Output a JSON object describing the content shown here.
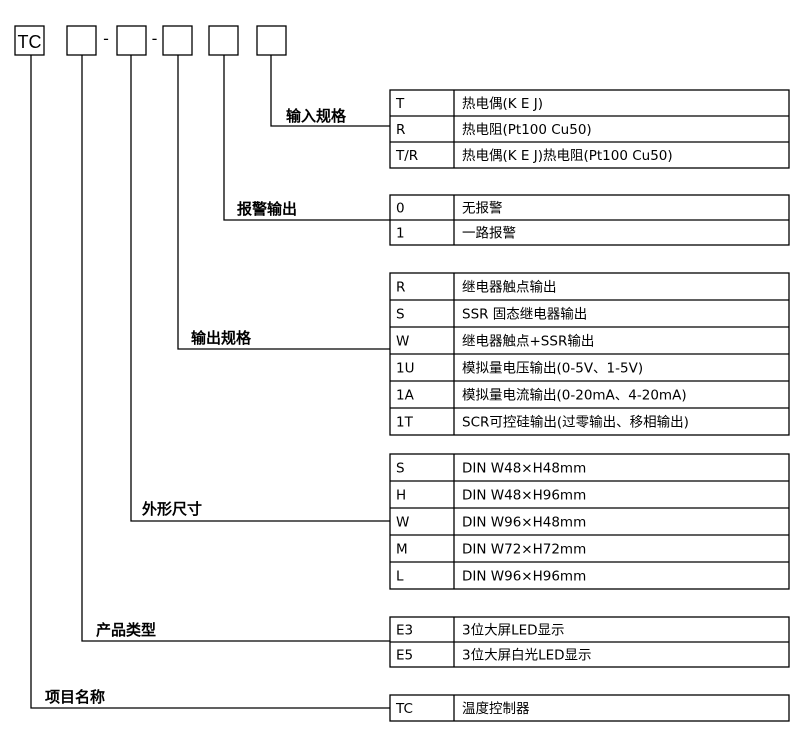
{
  "code": {
    "prefix": "TC",
    "separators": [
      "-",
      "-"
    ]
  },
  "groups": [
    {
      "id": "input",
      "label": "输入规格",
      "rows": [
        {
          "code": "T",
          "desc": "热电偶(K E J)"
        },
        {
          "code": "R",
          "desc": "热电阻(Pt100 Cu50)"
        },
        {
          "code": "T/R",
          "desc": "热电偶(K E J)热电阻(Pt100 Cu50)"
        }
      ]
    },
    {
      "id": "alarm",
      "label": "报警输出",
      "rows": [
        {
          "code": "0",
          "desc": "无报警"
        },
        {
          "code": "1",
          "desc": "一路报警"
        }
      ]
    },
    {
      "id": "output",
      "label": "输出规格",
      "rows": [
        {
          "code": "R",
          "desc": "继电器触点输出"
        },
        {
          "code": "S",
          "desc": "SSR 固态继电器输出"
        },
        {
          "code": "W",
          "desc": "继电器触点+SSR输出"
        },
        {
          "code": "1U",
          "desc": "模拟量电压输出(0-5V、1-5V)"
        },
        {
          "code": "1A",
          "desc": "模拟量电流输出(0-20mA、4-20mA)"
        },
        {
          "code": "1T",
          "desc": "SCR可控硅输出(过零输出、移相输出)"
        }
      ]
    },
    {
      "id": "size",
      "label": "外形尺寸",
      "rows": [
        {
          "code": "S",
          "desc": "DIN W48×H48mm"
        },
        {
          "code": "H",
          "desc": "DIN W48×H96mm"
        },
        {
          "code": "W",
          "desc": "DIN W96×H48mm"
        },
        {
          "code": "M",
          "desc": "DIN W72×H72mm"
        },
        {
          "code": "L",
          "desc": "DIN W96×H96mm"
        }
      ]
    },
    {
      "id": "type",
      "label": "产品类型",
      "rows": [
        {
          "code": "E3",
          "desc": "3位大屏LED显示"
        },
        {
          "code": "E5",
          "desc": "3位大屏白光LED显示"
        }
      ]
    },
    {
      "id": "name",
      "label": "项目名称",
      "rows": [
        {
          "code": "TC",
          "desc": "温度控制器"
        }
      ]
    }
  ]
}
